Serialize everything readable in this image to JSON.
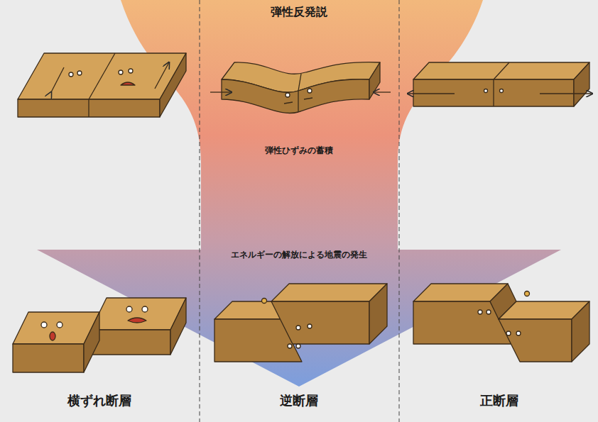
{
  "diagram": {
    "title": "弾性反発説",
    "labels": [
      "弾性ひずみの蓄積",
      "エネルギーの解放による地震の発生",
      "横ずれ断層",
      "逆断層",
      "正断層"
    ]
  }
}
